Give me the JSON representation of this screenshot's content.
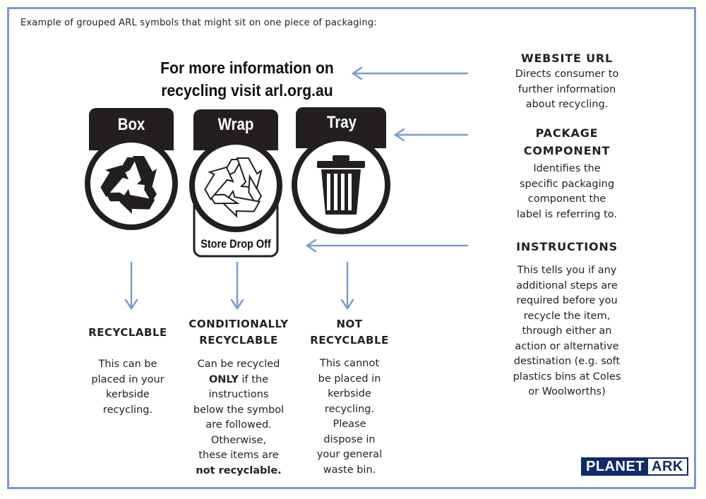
{
  "intro": "Example of grouped ARL symbols that might sit on one piece of packaging:",
  "headline": {
    "line1": "For more information on",
    "line2": "recycling visit arl.org.au"
  },
  "symbols": [
    {
      "label": "Box",
      "icon": "recycle-solid-icon"
    },
    {
      "label": "Wrap",
      "icon": "recycle-outline-icon",
      "instruction": "Store Drop Off"
    },
    {
      "label": "Tray",
      "icon": "trash-bin-icon"
    }
  ],
  "categories": {
    "recyclable": {
      "title": "RECYCLABLE",
      "desc": [
        "This can be",
        "placed in your",
        "kerbside",
        "recycling."
      ]
    },
    "conditional": {
      "title": [
        "CONDITIONALLY",
        "RECYCLABLE"
      ],
      "desc": {
        "l1": "Can be recycled",
        "l2_bold": "ONLY",
        "l2_rest": " if the",
        "l3": "instructions",
        "l4": "below the symbol",
        "l5": "are followed.",
        "l6": "Otherwise,",
        "l7": "these items are",
        "l8_bold": "not recyclable."
      }
    },
    "not_recyclable": {
      "title": [
        "NOT",
        "RECYCLABLE"
      ],
      "desc": [
        "This cannot",
        "be placed in",
        "kerbside",
        "recycling.",
        "Please",
        "dispose in",
        "your general",
        "waste bin."
      ]
    }
  },
  "side": {
    "website": {
      "title": "WEBSITE URL",
      "desc": [
        "Directs consumer to",
        "further information",
        "about recycling."
      ]
    },
    "component": {
      "title": [
        "PACKAGE",
        "COMPONENT"
      ],
      "desc": [
        "Identifies the",
        "specific packaging",
        "component the",
        "label is referring to."
      ]
    },
    "instructions": {
      "title": "INSTRUCTIONS",
      "desc": [
        "This tells you if any",
        "additional steps are",
        "required before you",
        "recycle the item,",
        "through either an",
        "action or alternative",
        "destination (e.g. soft",
        "plastics bins at Coles",
        "or Woolworths)"
      ]
    }
  },
  "logo": {
    "part1": "PLANET",
    "part2": "ARK"
  },
  "colors": {
    "arrow": "#7a9ccc",
    "frame": "#7a9ccc",
    "symbol": "#231f20",
    "logo": "#0d2a6b"
  }
}
